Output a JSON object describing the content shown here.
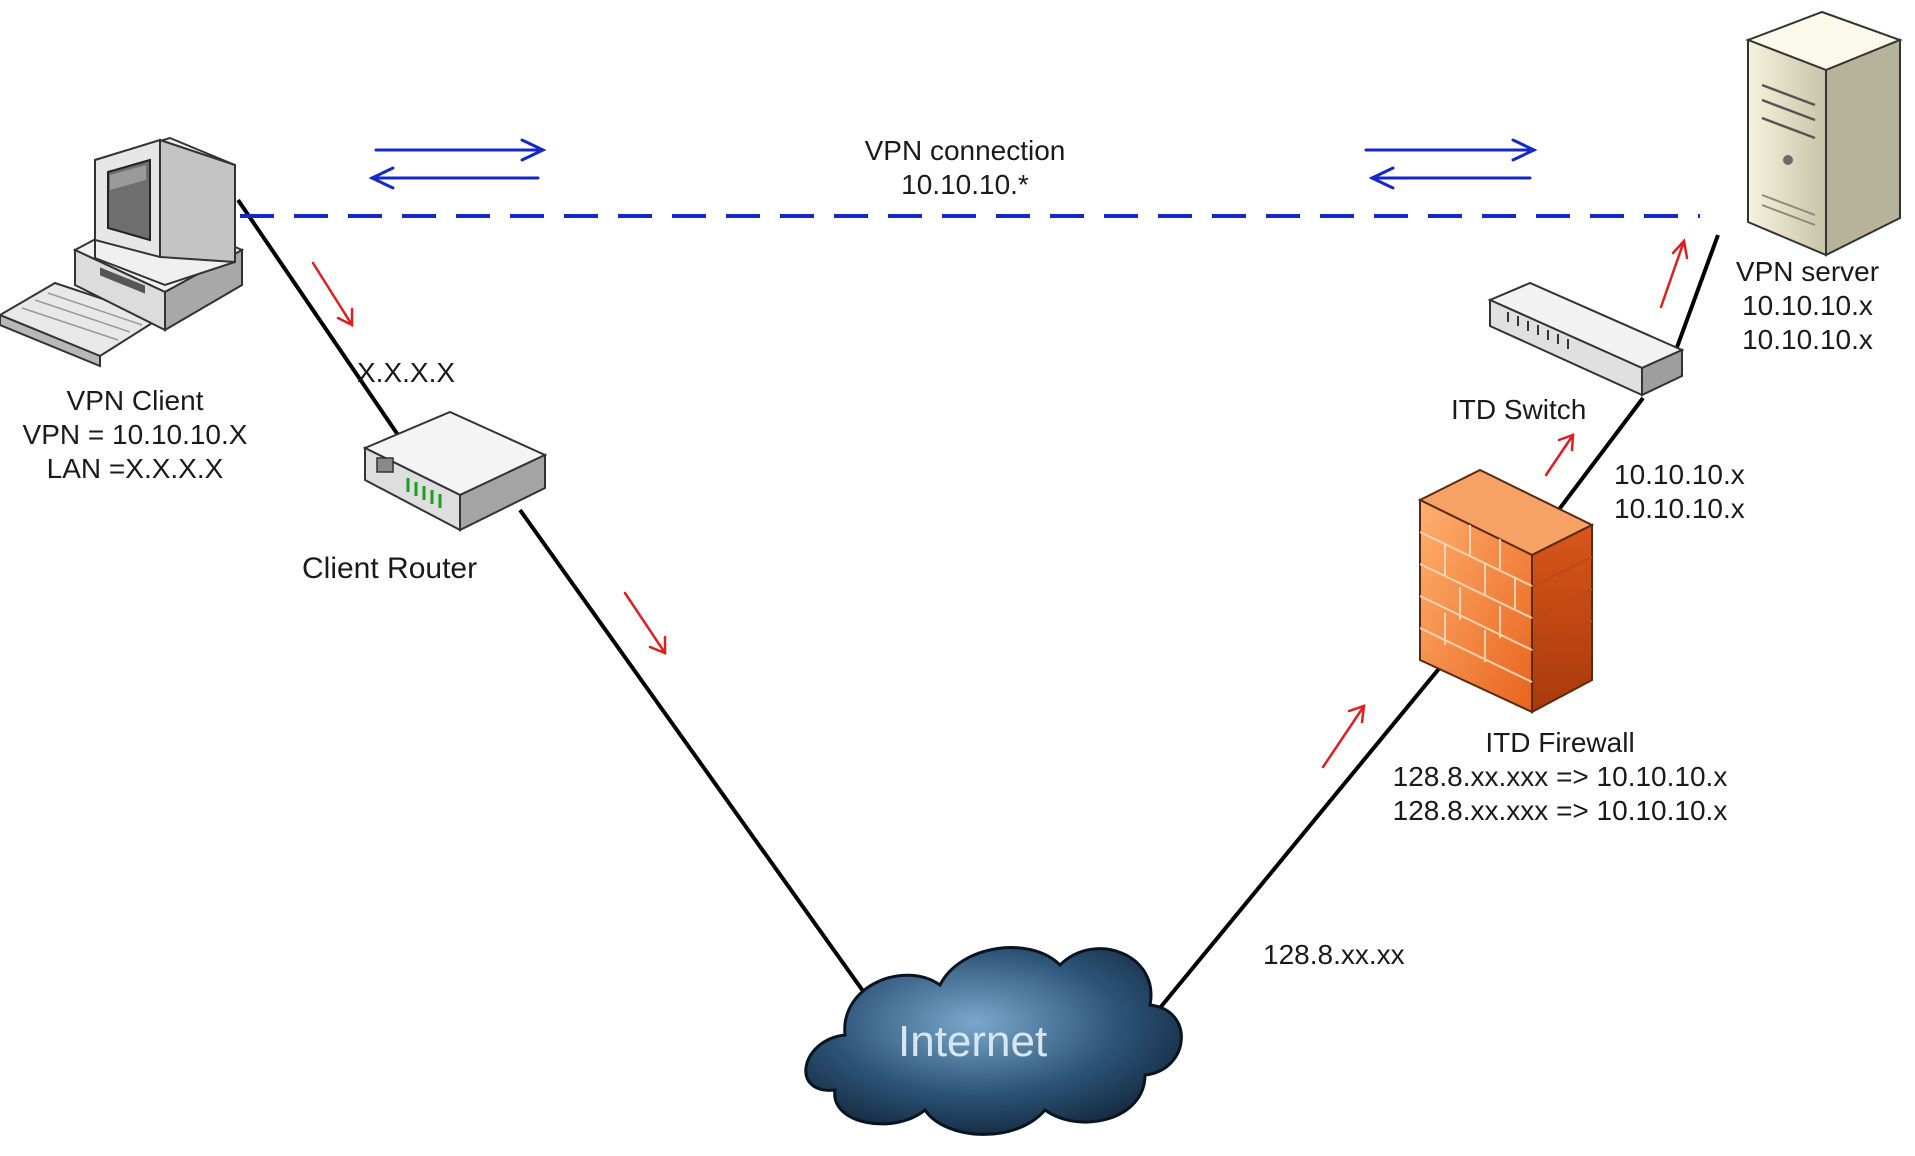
{
  "vpn_link": {
    "label": "VPN connection",
    "subnet": "10.10.10.*"
  },
  "client": {
    "name": "VPN Client",
    "vpn": "VPN = 10.10.10.X",
    "lan": "LAN =X.X.X.X"
  },
  "client_router": {
    "name": "Client Router",
    "address": "X.X.X.X"
  },
  "internet": {
    "name": "Internet",
    "address": "128.8.xx.xx"
  },
  "firewall": {
    "name": "ITD Firewall",
    "nat": [
      "128.8.xx.xxx => 10.10.10.x",
      "128.8.xx.xxx => 10.10.10.x"
    ],
    "inside": [
      "10.10.10.x",
      "10.10.10.x"
    ]
  },
  "switch": {
    "name": "ITD Switch"
  },
  "server": {
    "name": "VPN server",
    "addresses": [
      "10.10.10.x",
      "10.10.10.x"
    ]
  },
  "colors": {
    "vpn_line": "#1428c8",
    "traffic_arrow": "#e01e1e",
    "link": "#000000",
    "firewall": "#f08a3c",
    "cloud": "#2c5478"
  },
  "icons": [
    "computer-icon",
    "router-icon",
    "cloud-icon",
    "firewall-icon",
    "switch-icon",
    "server-icon"
  ]
}
